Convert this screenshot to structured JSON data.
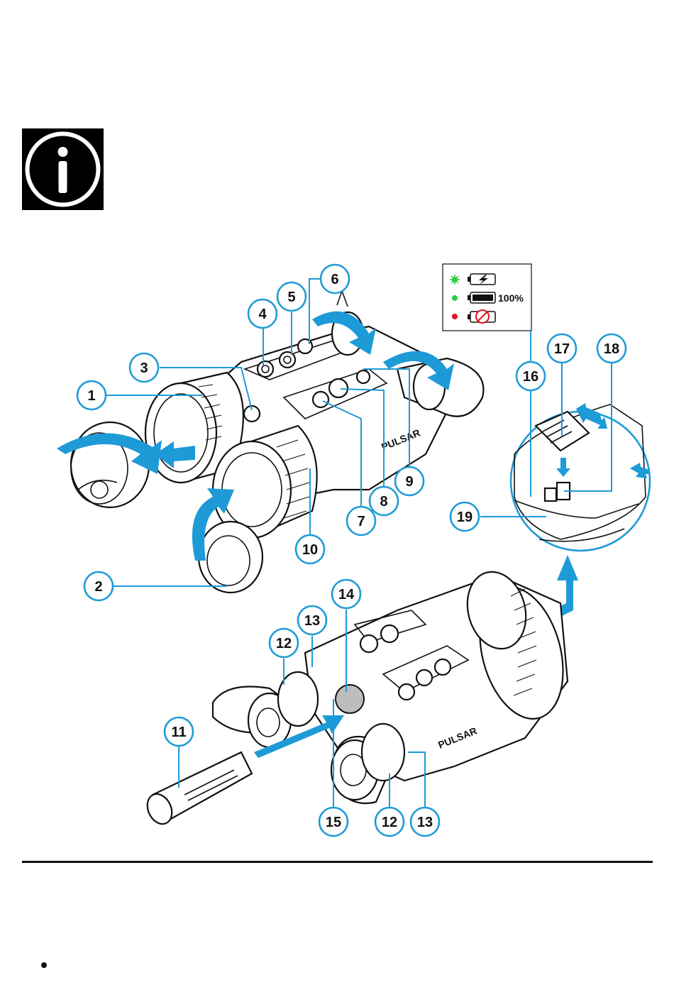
{
  "info_note": {
    "icon": "info-icon"
  },
  "legend": {
    "rows": [
      {
        "led_color": "#2ecc40",
        "state_icon": "battery-charging-icon",
        "text": ""
      },
      {
        "led_color": "#2ecc40",
        "state_icon": "battery-full-icon",
        "text": "100%"
      },
      {
        "led_color": "#e0141e",
        "state_icon": "battery-error-icon",
        "text": ""
      }
    ]
  },
  "callouts": {
    "c1": "1",
    "c2": "2",
    "c3": "3",
    "c4": "4",
    "c5": "5",
    "c6": "6",
    "c7": "7",
    "c8": "8",
    "c9": "9",
    "c10": "10",
    "c11": "11",
    "c12a": "12",
    "c12b": "12",
    "c13a": "13",
    "c13b": "13",
    "c14": "14",
    "c15": "15",
    "c16": "16",
    "c17": "17",
    "c18": "18",
    "c19": "19"
  },
  "brand": {
    "top": "PULSAR",
    "bottom": "PULSAR"
  },
  "colors": {
    "accent": "#1e9bd7",
    "ink": "#111111"
  }
}
